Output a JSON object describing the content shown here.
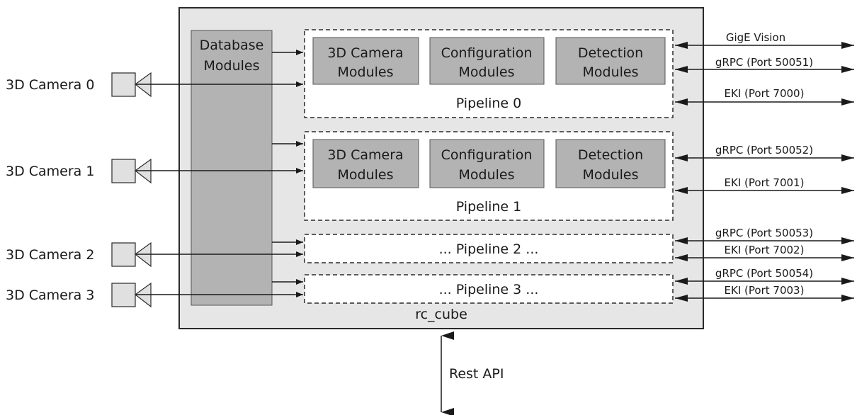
{
  "colors": {
    "outer_box_fill": "#e6e6e6",
    "module_fill": "#b3b3b3",
    "database_fill": "#b3b3b3",
    "pipeline_fill": "#ffffff",
    "camera_fill": "#e0e0e0",
    "stroke": "#2a2a2a"
  },
  "device": {
    "label": "rc_cube"
  },
  "database": {
    "line1": "Database",
    "line2": "Modules"
  },
  "cameras": [
    {
      "label": "3D Camera 0",
      "icon": "camera-icon"
    },
    {
      "label": "3D Camera 1",
      "icon": "camera-icon"
    },
    {
      "label": "3D Camera 2",
      "icon": "camera-icon"
    },
    {
      "label": "3D Camera 3",
      "icon": "camera-icon"
    }
  ],
  "pipelines": [
    {
      "label": "Pipeline 0",
      "modules": [
        {
          "line1": "3D Camera",
          "line2": "Modules"
        },
        {
          "line1": "Configuration",
          "line2": "Modules"
        },
        {
          "line1": "Detection",
          "line2": "Modules"
        }
      ],
      "interfaces": [
        "GigE Vision",
        "gRPC (Port 50051)",
        "EKI (Port 7000)"
      ]
    },
    {
      "label": "Pipeline 1",
      "modules": [
        {
          "line1": "3D Camera",
          "line2": "Modules"
        },
        {
          "line1": "Configuration",
          "line2": "Modules"
        },
        {
          "line1": "Detection",
          "line2": "Modules"
        }
      ],
      "interfaces": [
        "gRPC (Port 50052)",
        "EKI (Port 7001)"
      ]
    },
    {
      "label": "... Pipeline 2 ...",
      "interfaces": [
        "gRPC (Port 50053)",
        "EKI (Port 7002)"
      ]
    },
    {
      "label": "... Pipeline 3 ...",
      "interfaces": [
        "gRPC (Port 50054)",
        "EKI (Port 7003)"
      ]
    }
  ],
  "rest_api": {
    "label": "Rest API"
  }
}
